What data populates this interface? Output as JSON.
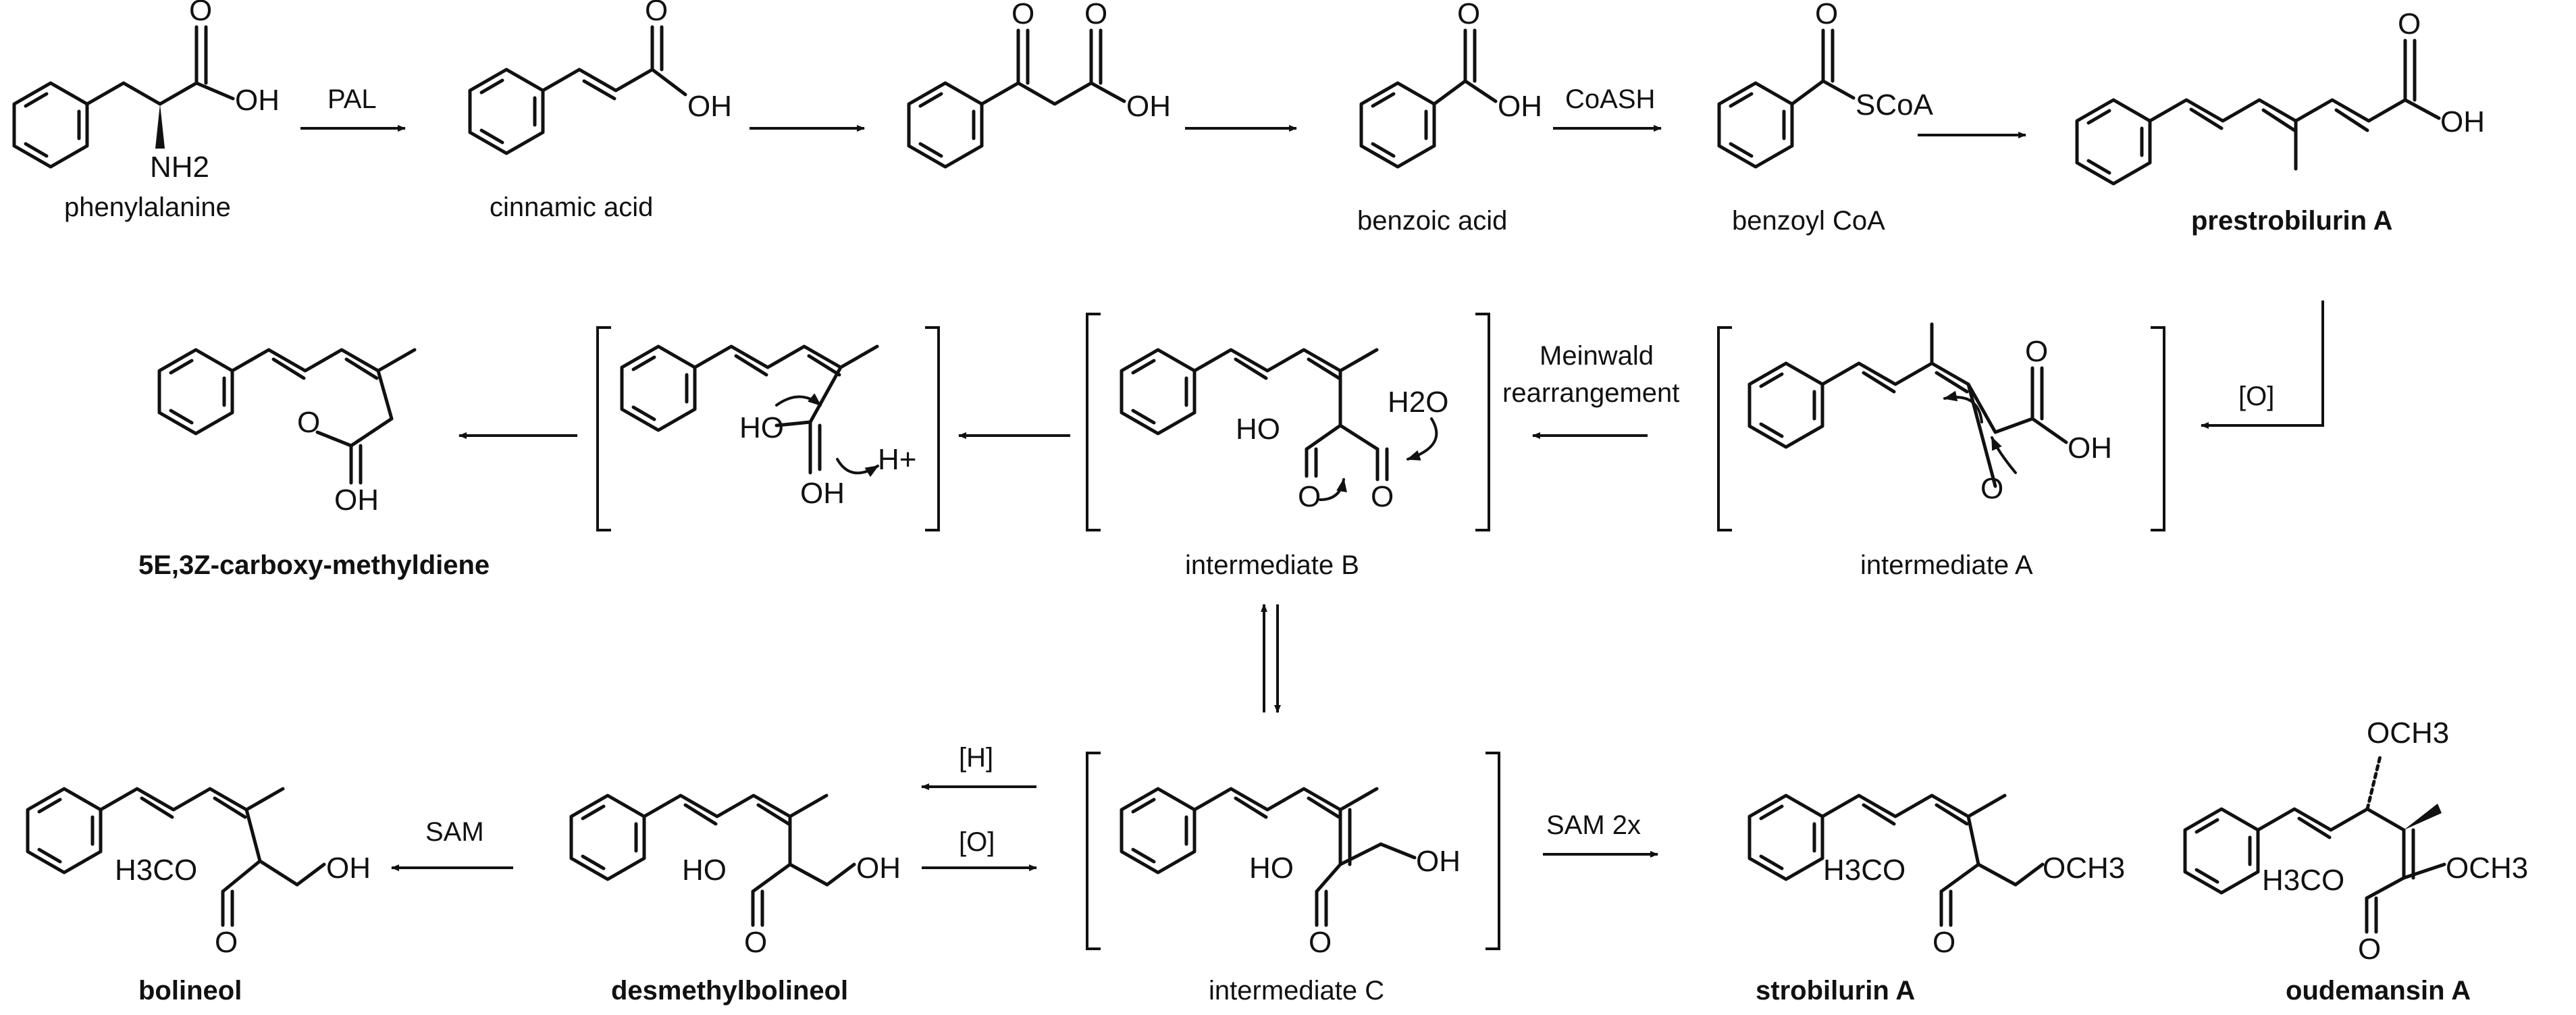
{
  "compounds": {
    "phenylalanine": "phenylalanine",
    "cinnamic_acid": "cinnamic acid",
    "benzoic_acid": "benzoic acid",
    "benzoyl_coa": "benzoyl CoA",
    "prestrobilurin_a": "prestrobilurin A",
    "carboxy_methyldiene": "5E,3Z-carboxy-methyldiene",
    "intermediate_b": "intermediate B",
    "intermediate_a": "intermediate A",
    "bolineol": "bolineol",
    "desmethylbolineol": "desmethylbolineol",
    "intermediate_c": "intermediate C",
    "strobilurin_a": "strobilurin A",
    "oudemansin_a": "oudemansin A"
  },
  "conditions": {
    "pal": "PAL",
    "coash": "CoASH",
    "oxidation": "[O]",
    "meinwald_line1": "Meinwald",
    "meinwald_line2": "rearrangement",
    "reduction": "[H]",
    "sam": "SAM",
    "sam_2x": "SAM 2x"
  },
  "atoms": {
    "oh": "OH",
    "ho": "HO",
    "o": "O",
    "nh2": "NH2",
    "scoa": "SCoA",
    "h2o": "H2O",
    "h_plus": "H+",
    "h3co": "H3CO",
    "och3": "OCH3"
  },
  "colors": {
    "ink": "#111111",
    "background": "#ffffff"
  }
}
